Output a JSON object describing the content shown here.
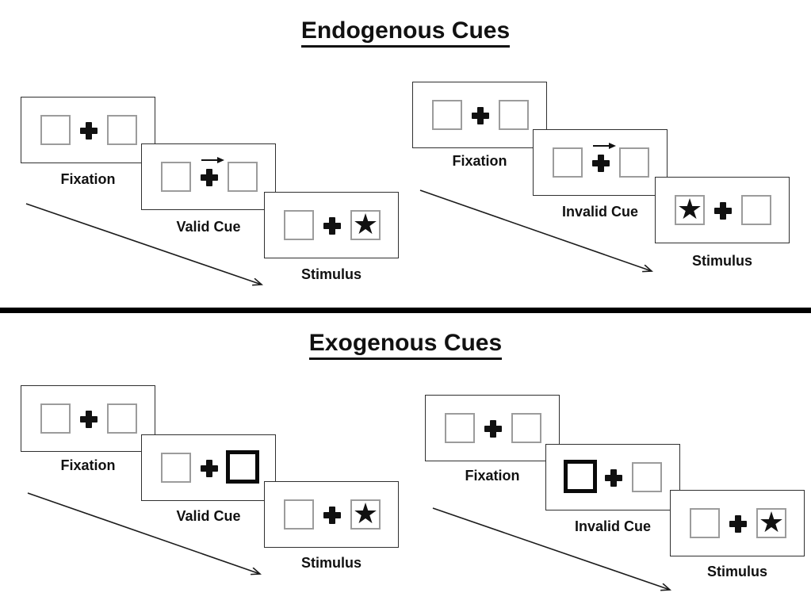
{
  "sections": [
    {
      "title": "Endogenous Cues",
      "sequences": [
        {
          "name": "endogenous-valid",
          "steps": [
            {
              "label": "Fixation",
              "type": "fixation"
            },
            {
              "label": "Valid Cue",
              "type": "central-arrow-cue-pointing-right"
            },
            {
              "label": "Stimulus",
              "type": "star-in-right-box"
            }
          ]
        },
        {
          "name": "endogenous-invalid",
          "steps": [
            {
              "label": "Fixation",
              "type": "fixation"
            },
            {
              "label": "Invalid Cue",
              "type": "central-arrow-cue-pointing-right"
            },
            {
              "label": "Stimulus",
              "type": "star-in-left-box"
            }
          ]
        }
      ]
    },
    {
      "title": "Exogenous Cues",
      "sequences": [
        {
          "name": "exogenous-valid",
          "steps": [
            {
              "label": "Fixation",
              "type": "fixation"
            },
            {
              "label": "Valid Cue",
              "type": "right-box-highlighted"
            },
            {
              "label": "Stimulus",
              "type": "star-in-right-box"
            }
          ]
        },
        {
          "name": "exogenous-invalid",
          "steps": [
            {
              "label": "Fixation",
              "type": "fixation"
            },
            {
              "label": "Invalid Cue",
              "type": "left-box-highlighted"
            },
            {
              "label": "Stimulus",
              "type": "star-in-right-box"
            }
          ]
        }
      ]
    }
  ],
  "glyphs": {
    "star": "★"
  },
  "colors": {
    "background": "#ffffff",
    "panel_border": "#2f2f2f",
    "box_border_gray": "#9c9c9c",
    "box_border_highlight": "#0a0a0a",
    "ink": "#111111",
    "divider": "#000000"
  }
}
